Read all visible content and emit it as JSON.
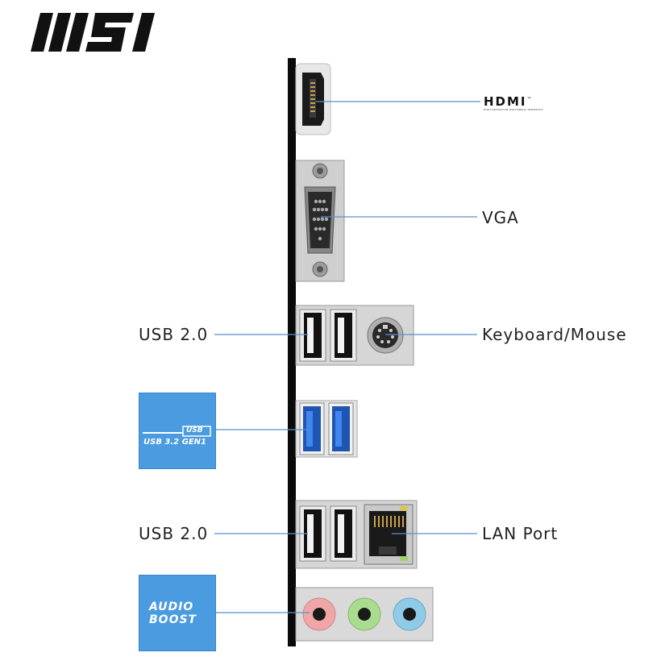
{
  "brand": {
    "logo_text": "MSI"
  },
  "ports": {
    "hdmi": {
      "label": "HDMI",
      "trademark": "™",
      "sub": "HIGH-DEFINITION MULTIMEDIA INTERFACE"
    },
    "vga": {
      "label": "VGA"
    },
    "usb20_top": {
      "label": "USB 2.0"
    },
    "keyboard_mouse": {
      "label": "Keyboard/Mouse"
    },
    "usb32": {
      "badge_top": "USB",
      "badge_bottom": "USB 3.2 GEN1"
    },
    "usb20_bottom": {
      "label": "USB 2.0"
    },
    "lan": {
      "label": "LAN Port"
    },
    "audio": {
      "badge_line1": "AUDIO",
      "badge_line2": "BOOST"
    }
  },
  "colors": {
    "callout_line": "#5b8fc9",
    "badge_blue": "#4a9be0",
    "usb3_blue": "#2f6fd6",
    "audio_pink": "#f0a6a6",
    "audio_green": "#a9dc8f",
    "audio_blue": "#8fcbe6",
    "io_shield": "#d8d8d8",
    "panel_bar": "#0a0a0a"
  }
}
